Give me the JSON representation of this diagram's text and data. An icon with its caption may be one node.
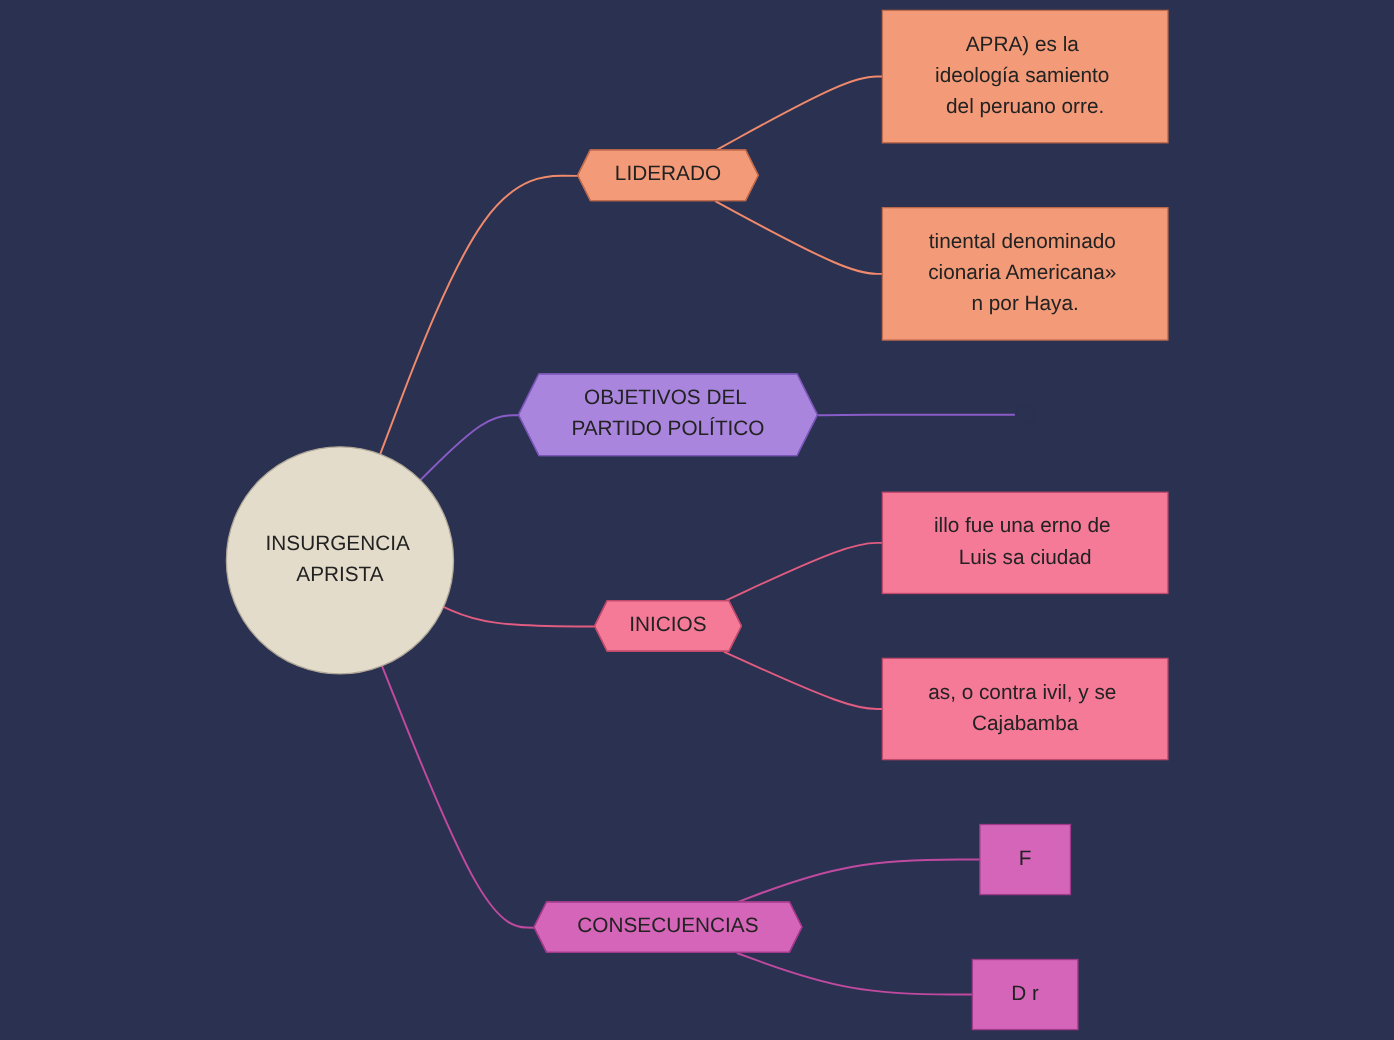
{
  "diagram": {
    "nodes": [
      {
        "text": [
          "INSURGENCIA APRISTA"
        ]
      },
      {
        "text": [
          "LIDERADO"
        ]
      },
      {
        "text": [
          "APRA) es la ideología samiento del peruano orre."
        ]
      },
      {
        "text": [
          "tinental denominado cionaria Americana» n por Haya."
        ]
      },
      {
        "text": [
          "OBJETIVOS DEL PARTIDO POLÍTICO"
        ]
      },
      {
        "text": [
          "INICIOS"
        ]
      },
      {
        "text": [
          "illo fue una erno de Luis sa ciudad"
        ]
      },
      {
        "text": [
          "as, o contra ivil, y se Cajabamba"
        ]
      },
      {
        "text": [
          "CONSECUENCIAS"
        ]
      },
      {
        "text": [
          "F"
        ]
      },
      {
        "text": [
          "D r"
        ]
      }
    ],
    "edges": [
      {
        "from": 0,
        "to": 1,
        "arrow": "none",
        "color": "#f08a6c"
      },
      {
        "from": 1,
        "to": 2,
        "arrow": "none",
        "color": "#f08a6c"
      },
      {
        "from": 1,
        "to": 3,
        "arrow": "none",
        "color": "#f08a6c"
      },
      {
        "from": 0,
        "to": 4,
        "arrow": "none",
        "color": "#8a5cc8"
      },
      {
        "from": 4,
        "to": null,
        "arrow": "none",
        "color": "#8a5cc8"
      },
      {
        "from": 0,
        "to": 5,
        "arrow": "none",
        "color": "#e05c80"
      },
      {
        "from": 5,
        "to": 6,
        "arrow": "none",
        "color": "#e05c80"
      },
      {
        "from": 5,
        "to": 7,
        "arrow": "none",
        "color": "#e05c80"
      },
      {
        "from": 0,
        "to": 8,
        "arrow": "none",
        "color": "#c04aa0"
      },
      {
        "from": 8,
        "to": 9,
        "arrow": "none",
        "color": "#c04aa0"
      },
      {
        "from": 8,
        "to": 10,
        "arrow": "none",
        "color": "#c04aa0"
      }
    ]
  }
}
